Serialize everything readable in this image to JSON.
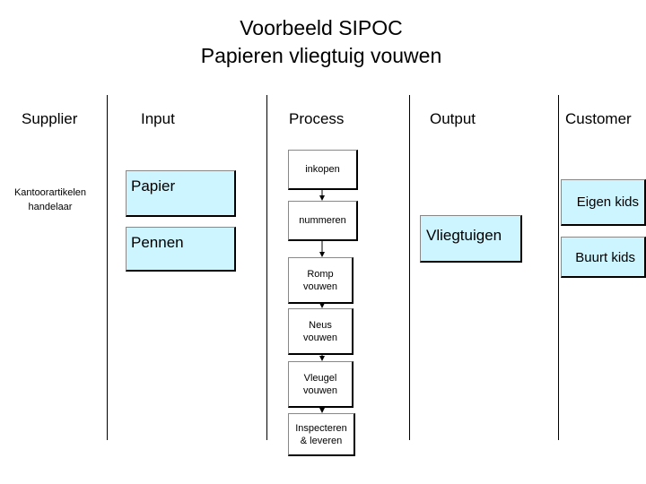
{
  "title": {
    "line1": "Voorbeeld SIPOC",
    "line2": "Papieren vliegtuig vouwen"
  },
  "columns": {
    "supplier": "Supplier",
    "input": "Input",
    "process": "Process",
    "output": "Output",
    "customer": "Customer"
  },
  "suppliers": {
    "item1_line1": "Kantoorartikelen",
    "item1_line2": "handelaar"
  },
  "inputs": [
    "Papier",
    "Pennen"
  ],
  "process_steps": [
    {
      "line1": "inkopen",
      "line2": ""
    },
    {
      "line1": "nummeren",
      "line2": ""
    },
    {
      "line1": "Romp",
      "line2": "vouwen"
    },
    {
      "line1": "Neus",
      "line2": "vouwen"
    },
    {
      "line1": "Vleugel",
      "line2": "vouwen"
    },
    {
      "line1": "Inspecteren",
      "line2": "& leveren"
    }
  ],
  "outputs": [
    "Vliegtuigen"
  ],
  "customers": [
    "Eigen kids",
    "Buurt kids"
  ],
  "colors": {
    "box_fill": "#ccf5ff",
    "line": "#000000"
  }
}
